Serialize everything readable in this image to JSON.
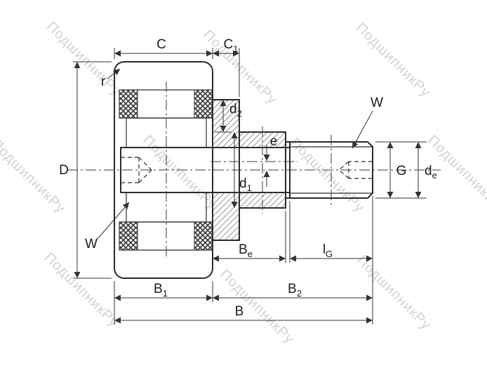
{
  "labels": {
    "c": "C",
    "c1": {
      "main": "C",
      "sub": "1"
    },
    "r": "r",
    "d2": {
      "main": "d",
      "sub": "2"
    },
    "w_top": "W",
    "w_bottom": "W",
    "big_d": "D",
    "d1": {
      "main": "d",
      "sub": "1"
    },
    "e": "e",
    "g": "G",
    "d_e": {
      "main": "d",
      "sub": "e"
    },
    "b_e": {
      "main": "B",
      "sub": "e"
    },
    "l_g": {
      "main": "l",
      "sub": "G"
    },
    "b1": {
      "main": "B",
      "sub": "1"
    },
    "b2": {
      "main": "B",
      "sub": "2"
    },
    "b": "B"
  },
  "watermark": {
    "text": "ПодшипникРу"
  },
  "colors": {
    "line": "#2b2b2b",
    "dimension": "#333333",
    "hatch": "#555555",
    "watermark": "#c9c9c9",
    "background": "#ffffff"
  }
}
